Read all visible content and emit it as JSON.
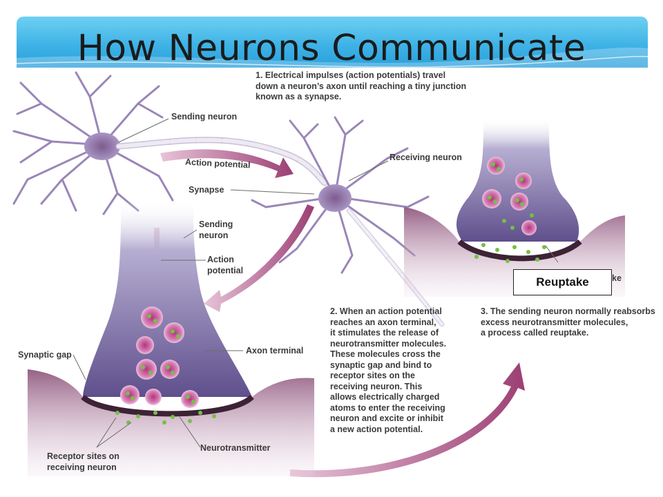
{
  "slide": {
    "title": "How Neurons Communicate"
  },
  "diagram": {
    "labels": {
      "sending_neuron_top": "Sending neuron",
      "action_potential_top": "Action potential",
      "receiving_neuron": "Receiving neuron",
      "synapse": "Synapse",
      "sending_neuron_lower_1": "Sending",
      "sending_neuron_lower_2": "neuron",
      "action_potential_lower_1": "Action",
      "action_potential_lower_2": "potential",
      "axon_terminal": "Axon terminal",
      "synaptic_gap": "Synaptic gap",
      "neurotransmitter": "Neurotransmitter",
      "receptor_sites_1": "Receptor sites on",
      "receptor_sites_2": "receiving neuron",
      "reuptake_hidden_tail": "ke",
      "reuptake_box": "Reuptake"
    },
    "steps": {
      "step1": [
        "1. Electrical impulses (action potentials) travel",
        "down a neuron’s axon until reaching a tiny junction",
        "known as a synapse."
      ],
      "step2": [
        "2. When an action potential",
        "reaches an axon terminal,",
        "it stimulates the release of",
        "neurotransmitter molecules.",
        "These molecules cross the",
        "synaptic gap and bind to",
        "receptor sites on the",
        "receiving neuron. This",
        "allows electrically charged",
        "atoms to enter the receiving",
        "neuron and excite or inhibit",
        "a new action potential."
      ],
      "step3": [
        "3. The sending neuron normally reabsorbs",
        "excess neurotransmitter molecules,",
        "a process called reuptake."
      ]
    },
    "colors": {
      "banner": "#3fb3e6",
      "neuron": "#9a86b8",
      "terminal": "#6e5f9c",
      "membrane": "#6b3a5e",
      "arrow": "#9c3f74",
      "vesicle": "#c0509a",
      "molecule": "#74c043"
    }
  }
}
